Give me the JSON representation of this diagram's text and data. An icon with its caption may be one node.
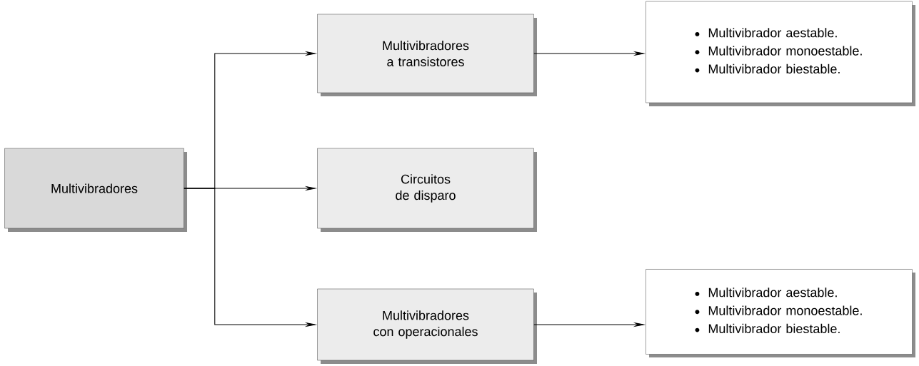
{
  "diagram": {
    "nodes": [
      {
        "text": [
          "Multivibradores"
        ]
      },
      {
        "text": [
          "Multivibradores a transistores"
        ]
      },
      {
        "text": [
          "Circuitos de disparo"
        ]
      },
      {
        "text": [
          "Multivibradores con operacionales"
        ]
      },
      {
        "text": [
          "Multivibrador aestable.",
          "Multivibrador monoestable.",
          "Multivibrador biestable."
        ]
      },
      {
        "text": [
          "Multivibrador aestable.",
          "Multivibrador monoestable.",
          "Multivibrador biestable."
        ]
      }
    ],
    "edges": [
      {
        "from": 0,
        "to": 1,
        "arrow": "to"
      },
      {
        "from": 0,
        "to": 2,
        "arrow": "to"
      },
      {
        "from": 0,
        "to": 3,
        "arrow": "to"
      },
      {
        "from": 1,
        "to": 4,
        "arrow": "to"
      },
      {
        "from": 3,
        "to": 5,
        "arrow": "to"
      }
    ]
  }
}
